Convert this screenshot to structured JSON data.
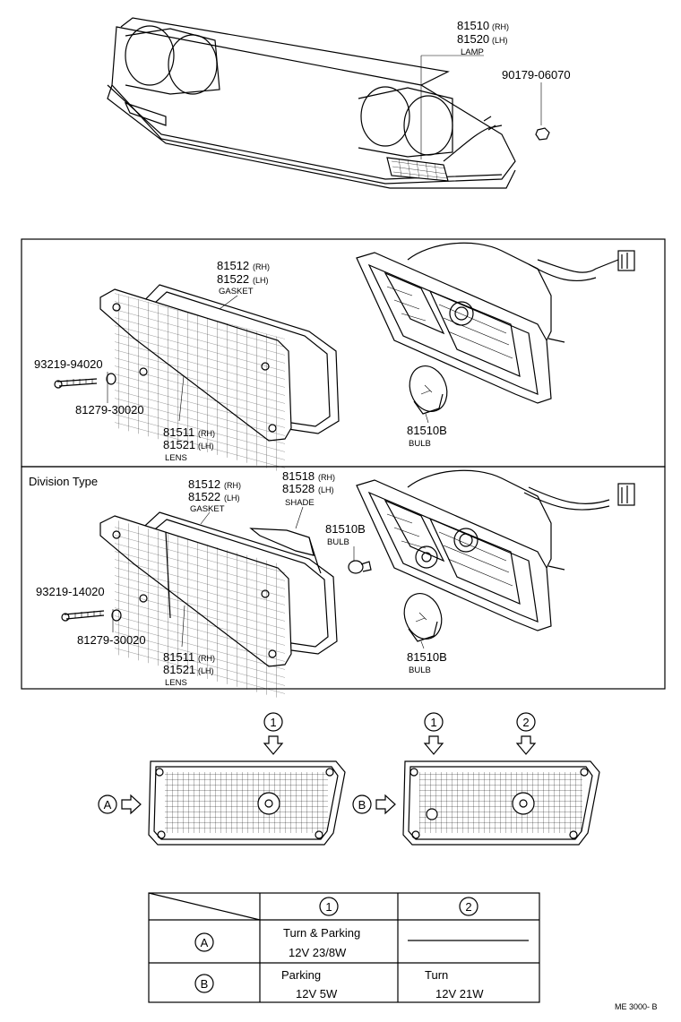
{
  "top": {
    "lamp_rh": "81510",
    "lamp_rh_side": "(RH)",
    "lamp_lh": "81520",
    "lamp_lh_side": "(LH)",
    "lamp_label": "LAMP",
    "nut": "90179-06070"
  },
  "panel1": {
    "gasket_rh": "81512",
    "gasket_rh_side": "(RH)",
    "gasket_lh": "81522",
    "gasket_lh_side": "(LH)",
    "gasket_label": "GASKET",
    "screw": "93219-94020",
    "washer": "81279-30020",
    "lens_rh": "81511",
    "lens_rh_side": "(RH)",
    "lens_lh": "81521",
    "lens_lh_side": "(LH)",
    "lens_label": "LENS",
    "bulb": "81510B",
    "bulb_label": "BULB"
  },
  "panel2": {
    "title": "Division Type",
    "gasket_rh": "81512",
    "gasket_rh_side": "(RH)",
    "gasket_lh": "81522",
    "gasket_lh_side": "(LH)",
    "gasket_label": "GASKET",
    "shade_rh": "81518",
    "shade_rh_side": "(RH)",
    "shade_lh": "81528",
    "shade_lh_side": "(LH)",
    "shade_label": "SHADE",
    "bulb_small": "81510B",
    "bulb_small_label": "BULB",
    "screw": "93219-14020",
    "washer": "81279-30020",
    "lens_rh": "81511",
    "lens_rh_side": "(RH)",
    "lens_lh": "81521",
    "lens_lh_side": "(LH)",
    "lens_label": "LENS",
    "bulb": "81510B",
    "bulb_label": "BULB"
  },
  "views": {
    "marker_1": "1",
    "marker_2": "2",
    "view_a": "A",
    "view_b": "B"
  },
  "table": {
    "col1": "1",
    "col2": "2",
    "row_a_label": "A",
    "row_a_col1_line1": "Turn & Parking",
    "row_a_col1_line2": "12V 23/8W",
    "row_b_label": "B",
    "row_b_col1_line1": "Parking",
    "row_b_col1_line2": "12V 5W",
    "row_b_col2_line1": "Turn",
    "row_b_col2_line2": "12V 21W"
  },
  "footer_code": "ME 3000- B"
}
